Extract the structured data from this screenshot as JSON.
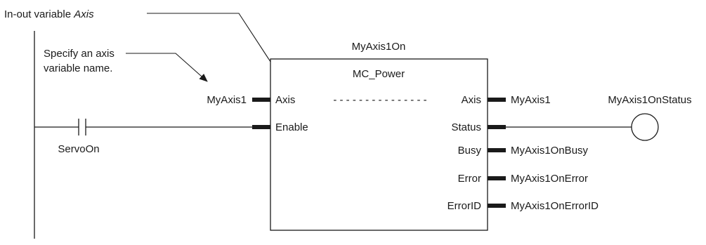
{
  "annotations": {
    "inout_label_prefix": "In-out variable ",
    "inout_label_var": "Axis",
    "specify_line1": "Specify an axis",
    "specify_line2": "variable name."
  },
  "instance_name": "MyAxis1On",
  "function_block": {
    "type": "MC_Power",
    "inputs": [
      "Axis",
      "Enable"
    ],
    "outputs": [
      "Axis",
      "Status",
      "Busy",
      "Error",
      "ErrorID"
    ],
    "inout_separator": "- - - - - - - - - - - - - - -"
  },
  "variables": {
    "axis_in": "MyAxis1",
    "axis_out": "MyAxis1",
    "busy": "MyAxis1OnBusy",
    "error": "MyAxis1OnError",
    "error_id": "MyAxis1OnErrorID"
  },
  "contact": {
    "name": "ServoOn"
  },
  "coil": {
    "name": "MyAxis1OnStatus"
  }
}
